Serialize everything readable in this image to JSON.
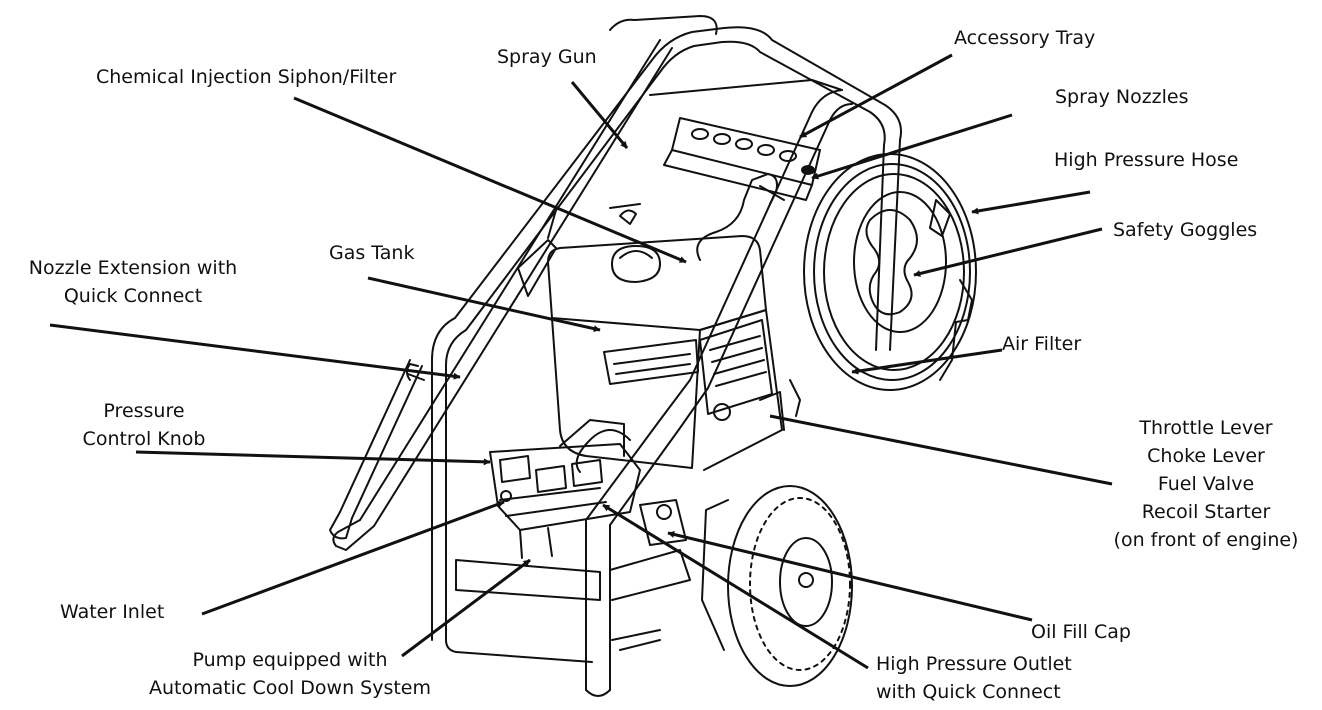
{
  "labels": {
    "spray_gun": "Spray Gun",
    "accessory_tray": "Accessory Tray",
    "chemical_injection": "Chemical Injection Siphon/Filter",
    "spray_nozzles": "Spray Nozzles",
    "high_pressure_hose": "High Pressure Hose",
    "safety_goggles": "Safety Goggles",
    "gas_tank": "Gas Tank",
    "nozzle_extension": [
      "Nozzle Extension with",
      "Quick Connect"
    ],
    "air_filter": "Air Filter",
    "pressure_control_knob": [
      "Pressure",
      "Control Knob"
    ],
    "engine_controls": [
      "Throttle Lever",
      "Choke Lever",
      "Fuel Valve",
      "Recoil Starter",
      "(on front of engine)"
    ],
    "water_inlet": "Water Inlet",
    "oil_fill_cap": "Oil Fill Cap",
    "pump": [
      "Pump equipped with",
      "Automatic Cool Down System"
    ],
    "high_pressure_outlet": [
      "High Pressure Outlet",
      "with Quick Connect"
    ]
  },
  "colors": {
    "ink": "#111111",
    "background": "#ffffff"
  }
}
